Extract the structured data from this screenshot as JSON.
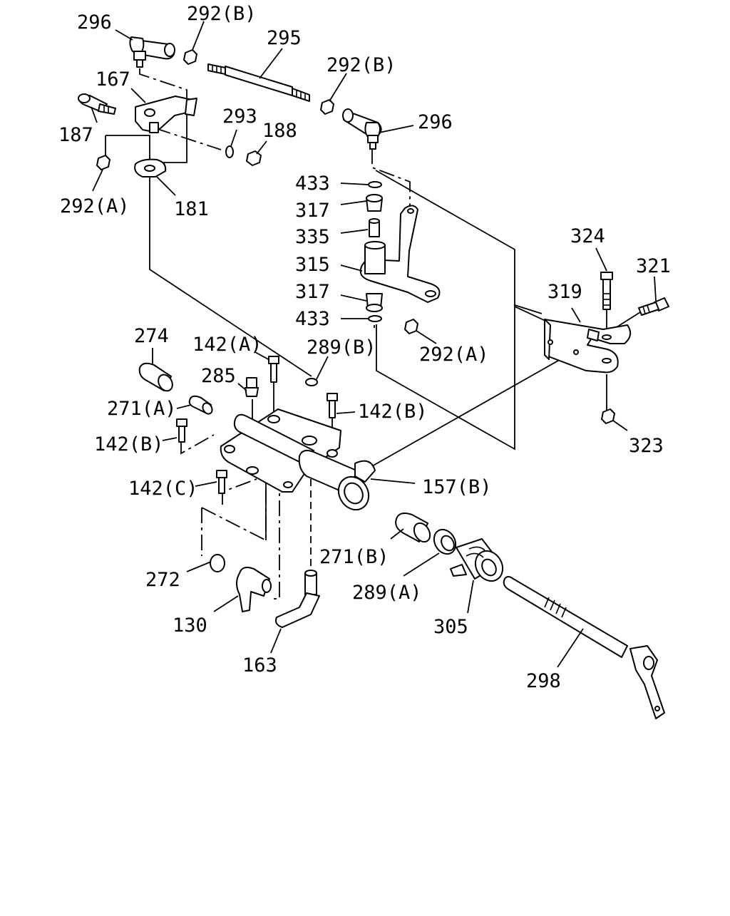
{
  "diagram": {
    "callouts": [
      {
        "id": "c296a",
        "text": "296"
      },
      {
        "id": "c292b1",
        "text": "292(B)"
      },
      {
        "id": "c295",
        "text": "295"
      },
      {
        "id": "c292b2",
        "text": "292(B)"
      },
      {
        "id": "c167",
        "text": "167"
      },
      {
        "id": "c187",
        "text": "187"
      },
      {
        "id": "c293",
        "text": "293"
      },
      {
        "id": "c188",
        "text": "188"
      },
      {
        "id": "c296b",
        "text": "296"
      },
      {
        "id": "c292a1",
        "text": "292(A)"
      },
      {
        "id": "c181",
        "text": "181"
      },
      {
        "id": "c433a",
        "text": "433"
      },
      {
        "id": "c317a",
        "text": "317"
      },
      {
        "id": "c335",
        "text": "335"
      },
      {
        "id": "c315",
        "text": "315"
      },
      {
        "id": "c317b",
        "text": "317"
      },
      {
        "id": "c433b",
        "text": "433"
      },
      {
        "id": "c324",
        "text": "324"
      },
      {
        "id": "c321",
        "text": "321"
      },
      {
        "id": "c319",
        "text": "319"
      },
      {
        "id": "c292a2",
        "text": "292(A)"
      },
      {
        "id": "c274",
        "text": "274"
      },
      {
        "id": "c142a",
        "text": "142(A)"
      },
      {
        "id": "c289b",
        "text": "289(B)"
      },
      {
        "id": "c285",
        "text": "285"
      },
      {
        "id": "c271a",
        "text": "271(A)"
      },
      {
        "id": "c142b1",
        "text": "142(B)"
      },
      {
        "id": "c142b2",
        "text": "142(B)"
      },
      {
        "id": "c323",
        "text": "323"
      },
      {
        "id": "c142c",
        "text": "142(C)"
      },
      {
        "id": "c157b",
        "text": "157(B)"
      },
      {
        "id": "c271b",
        "text": "271(B)"
      },
      {
        "id": "c272",
        "text": "272"
      },
      {
        "id": "c289a",
        "text": "289(A)"
      },
      {
        "id": "c130",
        "text": "130"
      },
      {
        "id": "c305",
        "text": "305"
      },
      {
        "id": "c163",
        "text": "163"
      },
      {
        "id": "c298",
        "text": "298"
      }
    ]
  }
}
